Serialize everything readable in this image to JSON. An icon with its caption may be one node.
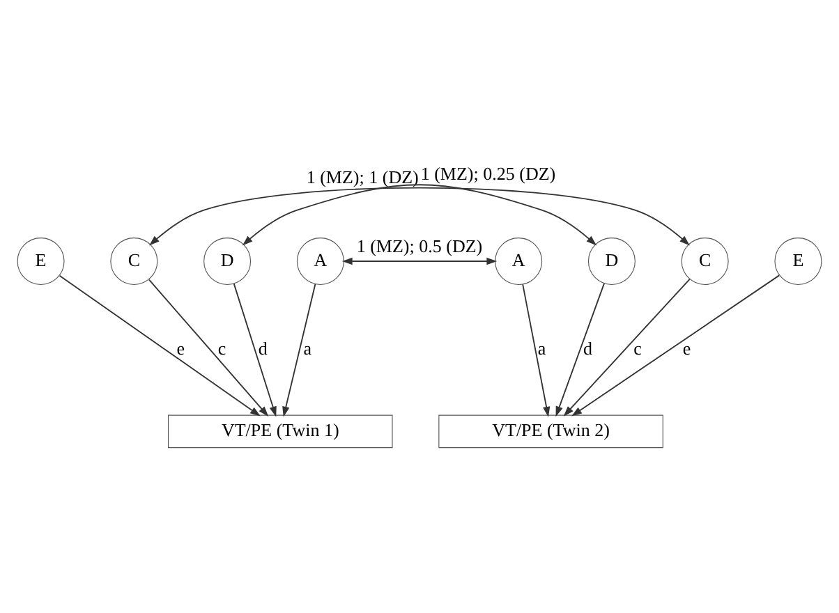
{
  "diagram": {
    "nodes": [
      {
        "text": [
          "E"
        ]
      },
      {
        "text": [
          "C"
        ]
      },
      {
        "text": [
          "D"
        ]
      },
      {
        "text": [
          "A"
        ]
      },
      {
        "text": [
          "A"
        ]
      },
      {
        "text": [
          "D"
        ]
      },
      {
        "text": [
          "C"
        ]
      },
      {
        "text": [
          "E"
        ]
      },
      {
        "text": [
          "VT/PE (Twin 1)"
        ]
      },
      {
        "text": [
          "VT/PE (Twin 2)"
        ]
      }
    ],
    "edges": [
      {
        "from": 1,
        "to": 6,
        "arrow": "both",
        "label": "1 (MZ); 1 (DZ)"
      },
      {
        "from": 2,
        "to": 5,
        "arrow": "both",
        "label": "1 (MZ); 0.25 (DZ)"
      },
      {
        "from": 3,
        "to": 4,
        "arrow": "both",
        "label": "1 (MZ); 0.5 (DZ)"
      },
      {
        "from": 0,
        "to": 8,
        "arrow": "to",
        "label": "e"
      },
      {
        "from": 1,
        "to": 8,
        "arrow": "to",
        "label": "c"
      },
      {
        "from": 2,
        "to": 8,
        "arrow": "to",
        "label": "d"
      },
      {
        "from": 3,
        "to": 8,
        "arrow": "to",
        "label": "a"
      },
      {
        "from": 4,
        "to": 9,
        "arrow": "to",
        "label": "a"
      },
      {
        "from": 5,
        "to": 9,
        "arrow": "to",
        "label": "d"
      },
      {
        "from": 6,
        "to": 9,
        "arrow": "to",
        "label": "c"
      },
      {
        "from": 7,
        "to": 9,
        "arrow": "to",
        "label": "e"
      }
    ]
  }
}
